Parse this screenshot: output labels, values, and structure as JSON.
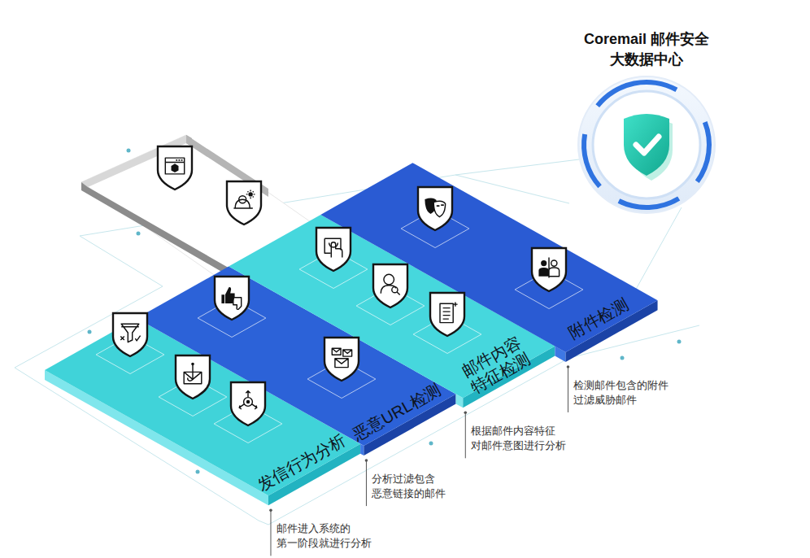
{
  "diagram": {
    "nodes": [
      {
        "text": [
          "Coremail 邮件安全 大数据中心"
        ]
      },
      {
        "text": [
          "发信行为分析"
        ]
      },
      {
        "text": [
          "恶意URL检测"
        ]
      },
      {
        "text": [
          "邮件内容 特征检测"
        ]
      },
      {
        "text": [
          "附件检测"
        ]
      }
    ],
    "labels": [
      "邮件进入系统的 第一阶段就进行分析",
      "分析过滤包含 恶意链接的邮件",
      "根据邮件内容特征 对邮件意图进行分析",
      "检测邮件包含的附件 过滤威胁邮件"
    ]
  }
}
